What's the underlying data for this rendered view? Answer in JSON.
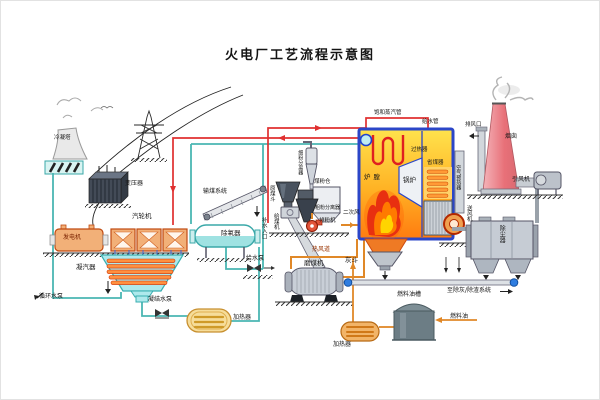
{
  "title": "火电厂工艺流程示意图",
  "labels": {
    "cooling_tower": "冷凝塔",
    "transformer": "变压器",
    "steam_turbine": "汽轮机",
    "generator": "发电机",
    "condenser": "凝汽器",
    "circulating_pump": "循环水泵",
    "condensate_pump": "凝结水泵",
    "heater_left": "加热器",
    "deaerator": "除氧器",
    "makeup_inlet": "补水入口",
    "feed_pump": "给水泵",
    "coal_system": "输煤系统",
    "raw_coal_hopper": "原煤斗",
    "coal_feeder": "给煤机",
    "fine_separator": "细粉分离器",
    "coal_bunker": "煤粉仓",
    "coarse_separator": "粗粉分离器",
    "exhaust_fan": "排粉机",
    "secondary_air": "二次风",
    "hot_air_duct": "热风道",
    "coal_mill": "磨煤机",
    "saturated_steam_pipe": "饱和蒸汽管",
    "feed_water_pipe": "给水管",
    "superheater": "过热器",
    "economizer": "省煤器",
    "furnace": "炉膛",
    "boiler": "锅炉",
    "air_preheater": "空气预热器",
    "fd_fan": "送风机",
    "id_fan": "引风机",
    "chimney": "烟囱",
    "vent_port": "排风口",
    "dust_collector": "除尘器",
    "ash_hopper": "灰斗",
    "ash_system": "至除灰/除渣系统",
    "fuel_oil_tank": "燃料油槽",
    "fuel_oil": "燃料油",
    "heater_right": "加热器"
  },
  "colors": {
    "water_pipe": "#4ab6b2",
    "steam_pipe": "#e03030",
    "hot_air_pipe": "#e08828",
    "boiler_border": "#2b46c8",
    "chimney": "#e87880",
    "flame": "#ff6a00",
    "equipment_orange": "#f2b078"
  }
}
